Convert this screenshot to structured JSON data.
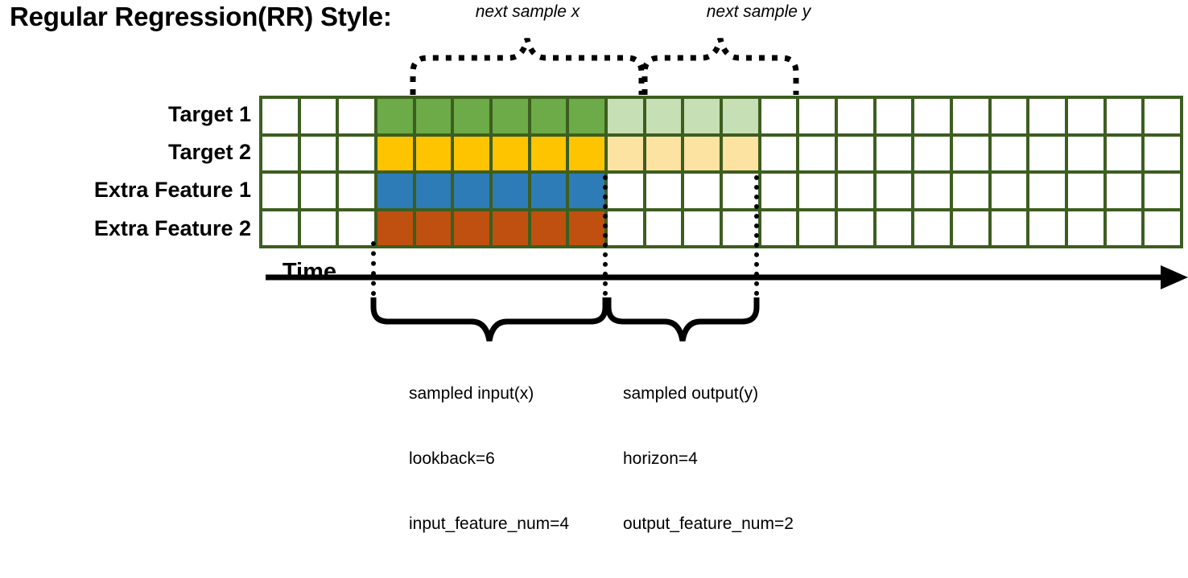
{
  "title": "Regular Regression(RR) Style:",
  "row_labels": [
    "Target 1",
    "Target 2",
    "Extra Feature 1",
    "Extra Feature 2"
  ],
  "time_axis": {
    "label": "Time",
    "arrow_icon": "arrow-right-icon"
  },
  "top_braces": [
    {
      "caption": "next sample x",
      "icon": "dotted-curly-brace-icon"
    },
    {
      "caption": "next sample y",
      "icon": "dotted-curly-brace-icon"
    }
  ],
  "bottom_braces": [
    {
      "icon": "curly-brace-icon",
      "line1": "sampled input(x)",
      "line2": "lookback=6",
      "line3": "input_feature_num=4"
    },
    {
      "icon": "curly-brace-icon",
      "line1": "sampled output(y)",
      "line2": "horizon=4",
      "line3": "output_feature_num=2"
    }
  ],
  "grid": {
    "columns": 24,
    "rows": 4,
    "border_color": "#3d5e20",
    "input_start_col": 4,
    "input_end_col": 9,
    "output_start_col": 10,
    "output_end_col": 13,
    "palette": {
      "green": "#6daa48",
      "green_light": "#c6dfb4",
      "gold": "#ffc400",
      "gold_light": "#fce3a2",
      "blue": "#2d7cb8",
      "orange": "#c0500f",
      "empty": "#ffffff"
    },
    "cells": [
      [
        "empty",
        "empty",
        "empty",
        "green",
        "green",
        "green",
        "green",
        "green",
        "green",
        "green_light",
        "green_light",
        "green_light",
        "green_light",
        "empty",
        "empty",
        "empty",
        "empty",
        "empty",
        "empty",
        "empty",
        "empty",
        "empty",
        "empty",
        "empty"
      ],
      [
        "empty",
        "empty",
        "empty",
        "gold",
        "gold",
        "gold",
        "gold",
        "gold",
        "gold",
        "gold_light",
        "gold_light",
        "gold_light",
        "gold_light",
        "empty",
        "empty",
        "empty",
        "empty",
        "empty",
        "empty",
        "empty",
        "empty",
        "empty",
        "empty",
        "empty"
      ],
      [
        "empty",
        "empty",
        "empty",
        "blue",
        "blue",
        "blue",
        "blue",
        "blue",
        "blue",
        "empty",
        "empty",
        "empty",
        "empty",
        "empty",
        "empty",
        "empty",
        "empty",
        "empty",
        "empty",
        "empty",
        "empty",
        "empty",
        "empty",
        "empty"
      ],
      [
        "empty",
        "empty",
        "empty",
        "orange",
        "orange",
        "orange",
        "orange",
        "orange",
        "orange",
        "empty",
        "empty",
        "empty",
        "empty",
        "empty",
        "empty",
        "empty",
        "empty",
        "empty",
        "empty",
        "empty",
        "empty",
        "empty",
        "empty",
        "empty"
      ]
    ]
  }
}
